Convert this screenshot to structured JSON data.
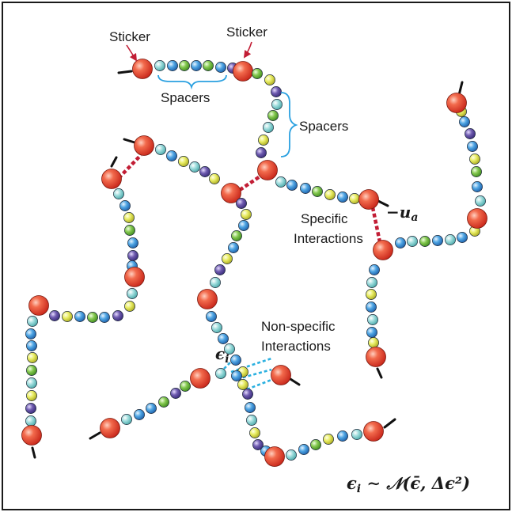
{
  "labels": {
    "sticker_1": "Sticker",
    "sticker_2": "Sticker",
    "spacers_1": "Spacers",
    "spacers_2": "Spacers",
    "specific_line1": "Specific",
    "specific_line2": "Interactions",
    "nonspecific_line1": "Non-specific",
    "nonspecific_line2": "Interactions",
    "ua": "−u",
    "ua_sub": "a",
    "eps": "ϵ",
    "eps_sub": "i",
    "formula_lhs": "ϵ",
    "formula_sub": "i",
    "formula_rhs": " ∼ 𝒩(ϵ̄, Δϵ²)"
  },
  "colors": {
    "sticker": "#e8452f",
    "specific_bond": "#c21d35",
    "nonspecific_bond": "#2ab0e0",
    "brace": "#2aa0e0",
    "arrow": "#c21d35",
    "spacer_palette": [
      "#8fd6d6",
      "#4aa0de",
      "#7bc04a",
      "#e6e85a",
      "#6b5aa8"
    ]
  }
}
